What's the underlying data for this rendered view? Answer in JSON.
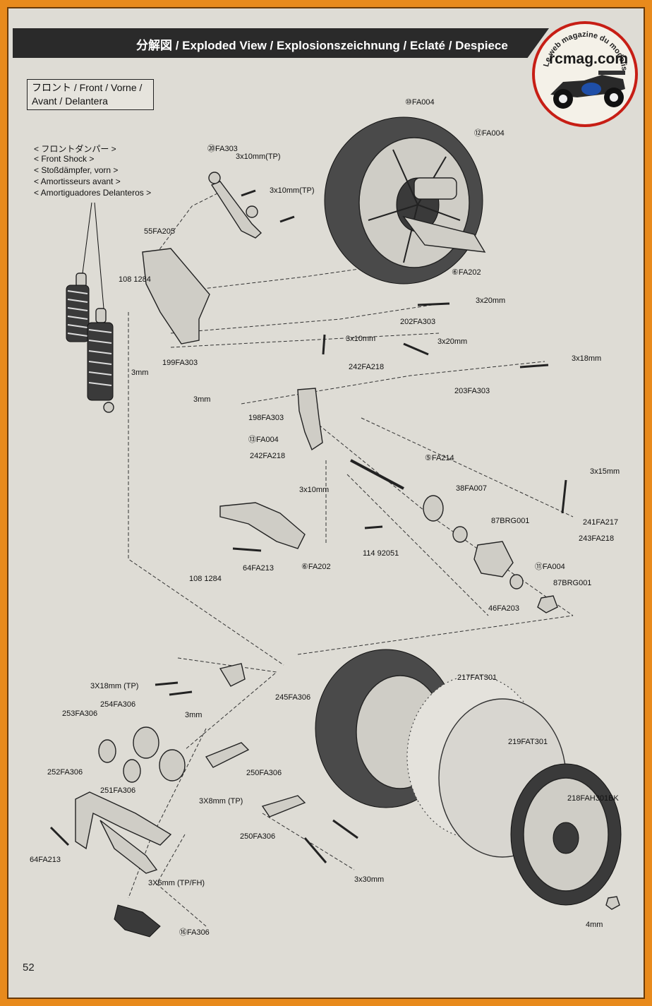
{
  "header": {
    "title": "分解図 / Exploded View / Explosionszeichnung / Eclaté / Despiece"
  },
  "logo": {
    "circle_text": "Le web magazine du modelisme",
    "name": "rcmag.com"
  },
  "section": {
    "line1": "フロント / Front / Vorne /",
    "line2": "Avant / Delantera"
  },
  "shock_titles": [
    "< フロントダンパー >",
    "< Front Shock >",
    "< Stoßdämpfer, vorn >",
    "< Amortisseurs avant >",
    "< Amortiguadores Delanteros >"
  ],
  "labels": {
    "l1": "⑩FA004",
    "l2": "⑫FA004",
    "l3": "⑳FA303",
    "l4": "3x10mm(TP)",
    "l5": "3x10mm(TP)",
    "l6": "55FA205",
    "l7": "108 1284",
    "l8": "⑥FA202",
    "l9": "3x20mm",
    "l10": "202FA303",
    "l11": "3x10mm",
    "l12": "3x20mm",
    "l13": "3x18mm",
    "l14": "242FA218",
    "l15": "3mm",
    "l16": "199FA303",
    "l17": "203FA303",
    "l18": "3mm",
    "l19": "198FA303",
    "l20": "⑬FA004",
    "l21": "⑤FA214",
    "l22": "242FA218",
    "l23": "3x10mm",
    "l24": "38FA007",
    "l25": "3x15mm",
    "l26": "87BRG001",
    "l27": "241FA217",
    "l28": "243FA218",
    "l29": "114 92051",
    "l30": "⑪FA004",
    "l31": "108 1284",
    "l32": "64FA213",
    "l33": "⑥FA202",
    "l34": "87BRG001",
    "l35": "46FA203",
    "l36": "3X18mm (TP)",
    "l37": "245FA306",
    "l38": "217FAT301",
    "l39": "253FA306",
    "l40": "254FA306",
    "l41": "3mm",
    "l42": "219FAT301",
    "l43": "250FA306",
    "l44": "252FA306",
    "l45": "251FA306",
    "l46": "3X8mm (TP)",
    "l47": "218FAH301BK",
    "l48": "250FA306",
    "l49": "64FA213",
    "l50": "3X6mm (TP/FH)",
    "l51": "3x30mm",
    "l52": "4mm",
    "l53": "⑯FA306"
  },
  "page": {
    "number": "52"
  },
  "colors": {
    "border": "#e88a1c",
    "header_bg": "#2a2a2a",
    "paper": "#dedcd5",
    "logo_ring": "#c71e15"
  }
}
